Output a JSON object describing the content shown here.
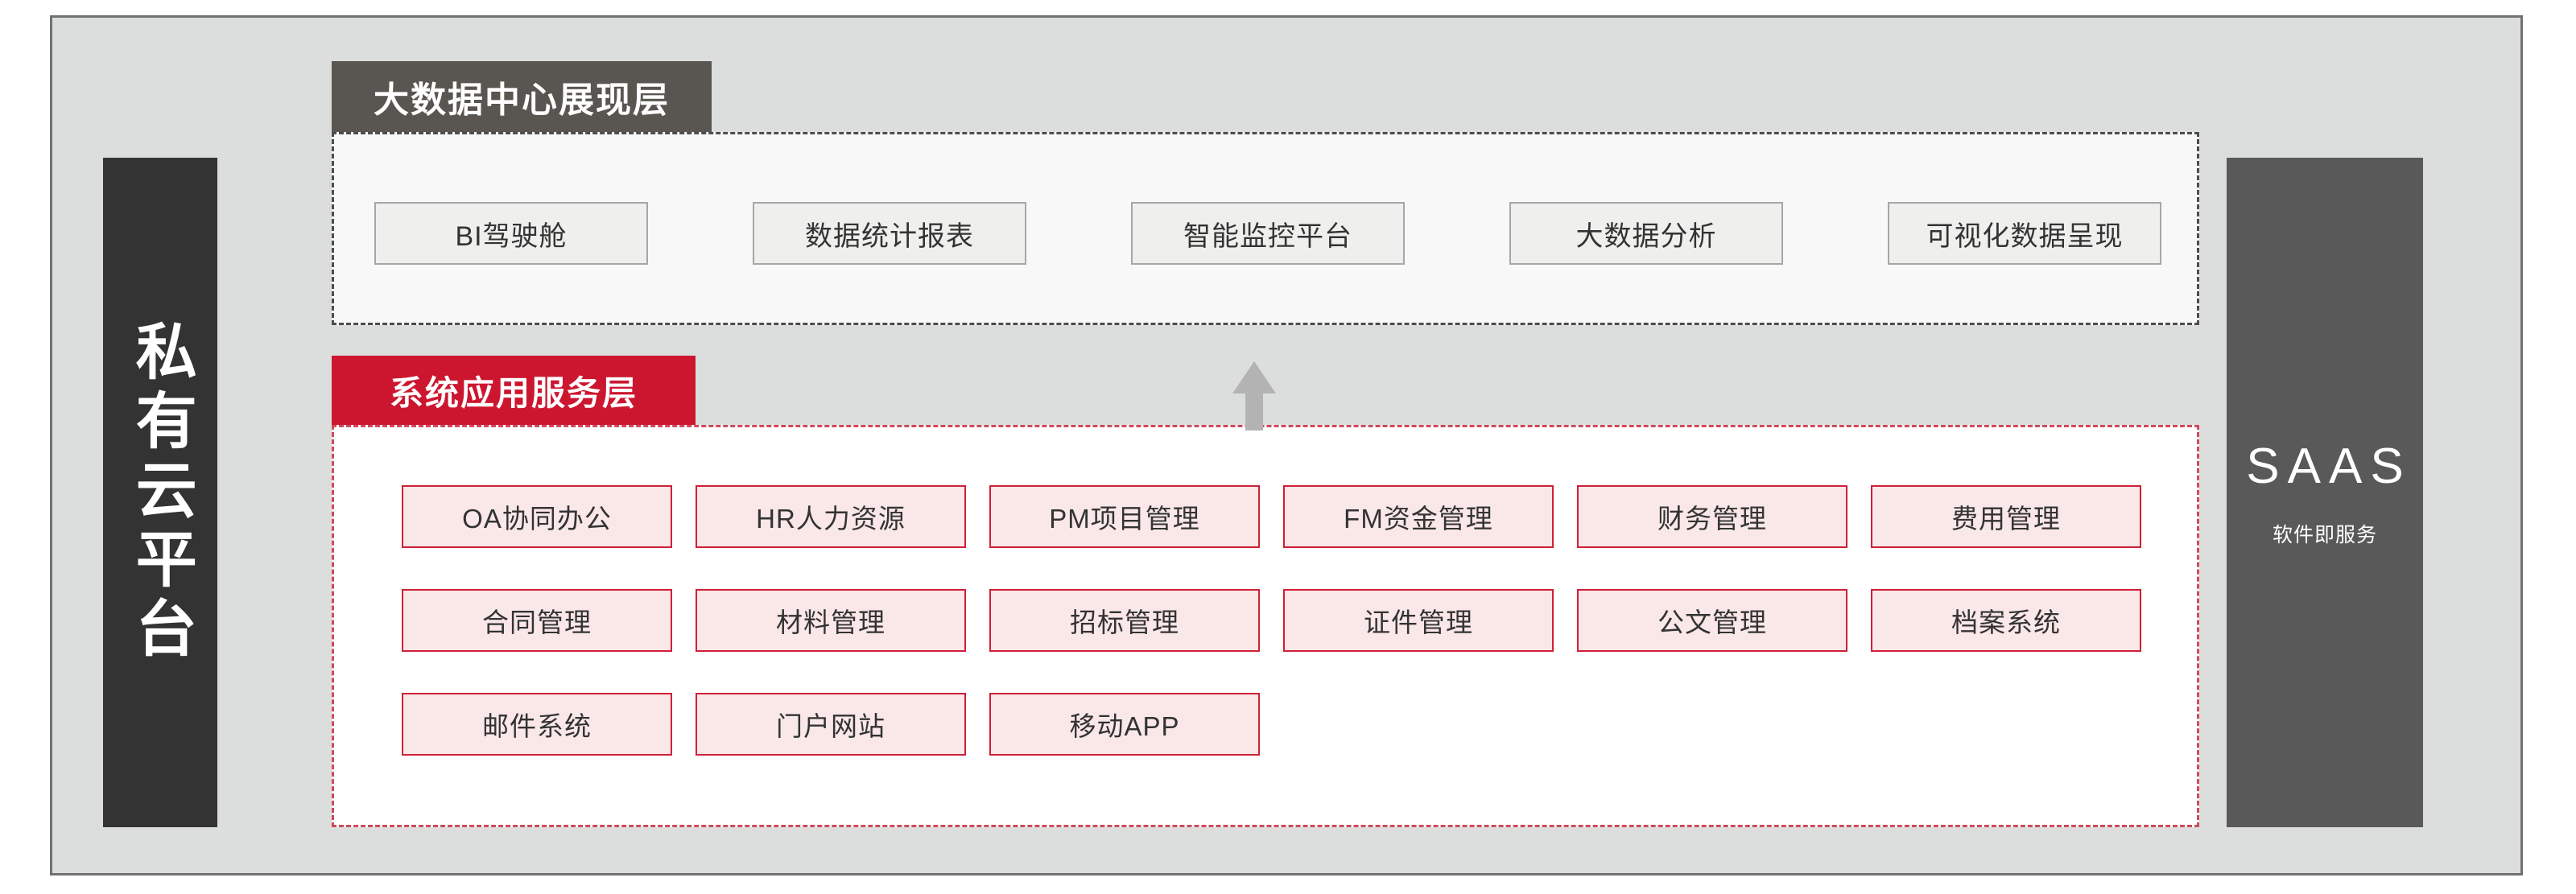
{
  "diagram": {
    "left_panel": {
      "title": "私有云平台"
    },
    "right_panel": {
      "title": "SAAS",
      "subtitle": "软件即服务"
    },
    "arrow": {
      "name": "arrow-up-icon",
      "color": "#b3b3b3",
      "direction": "up"
    },
    "layers": [
      {
        "id": "display",
        "header": "大数据中心展现层",
        "header_bg": "#595651",
        "header_text_color": "#ffffff",
        "border_color": "#4d4d4d",
        "background": "#f8f8f8",
        "card_bg": "#efefed",
        "card_border": "#a6a6a6",
        "items": [
          "BI驾驶舱",
          "数据统计报表",
          "智能监控平台",
          "大数据分析",
          "可视化数据呈现"
        ]
      },
      {
        "id": "service",
        "header": "系统应用服务层",
        "header_bg": "#cc162f",
        "header_text_color": "#ffffff",
        "border_color": "#d04a5c",
        "background": "#ffffff",
        "card_bg": "#fae7e8",
        "card_border": "#cf2037",
        "items": [
          "OA协同办公",
          "HR人力资源",
          "PM项目管理",
          "FM资金管理",
          "财务管理",
          "费用管理",
          "合同管理",
          "材料管理",
          "招标管理",
          "证件管理",
          "公文管理",
          "档案系统",
          "邮件系统",
          "门户网站",
          "移动APP"
        ]
      }
    ],
    "frame": {
      "background": "#dcdedd",
      "border_color": "#6f7271"
    }
  }
}
